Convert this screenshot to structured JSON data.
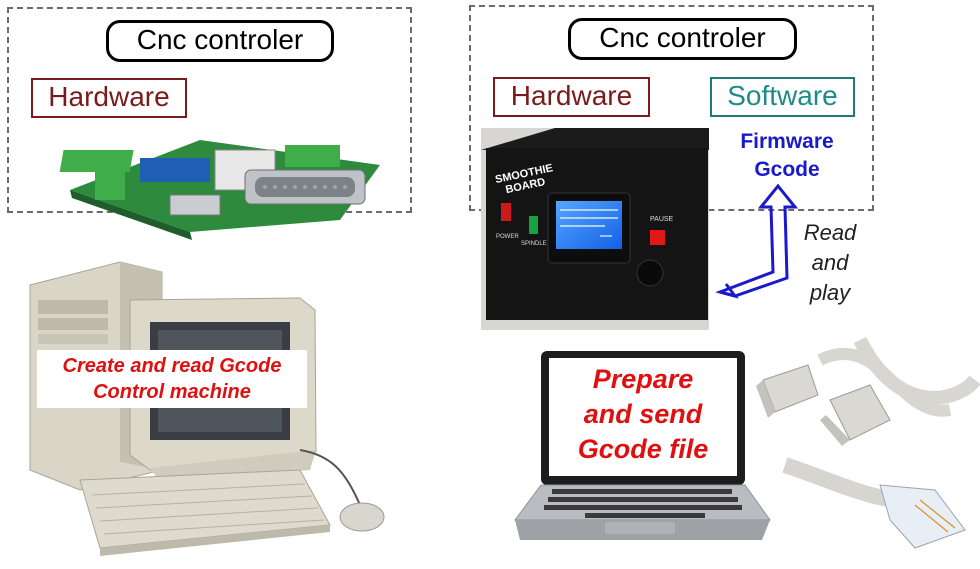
{
  "left_panel": {
    "title": "Cnc controler",
    "hardware_label": "Hardware",
    "pc_caption_line1": "Create and read Gcode",
    "pc_caption_line2": "Control machine"
  },
  "right_panel": {
    "title": "Cnc controler",
    "hardware_label": "Hardware",
    "software_label": "Software",
    "firmware_line1": "Firmware",
    "firmware_line2": "Gcode",
    "read_note_line1": "Read",
    "read_note_line2": "and",
    "read_note_line3": "play",
    "laptop_line1": "Prepare",
    "laptop_line2": "and send",
    "laptop_line3": "Gcode file"
  },
  "device_screen": {
    "brand_line1": "SMOOTHIE",
    "brand_line2": "BOARD",
    "power": "POWER",
    "spindle": "SPINDLE",
    "pause": "PAUSE"
  },
  "colors": {
    "red_text": "#e01010",
    "blue_text": "#1a1acc",
    "hardware": "#7a1a1a",
    "software": "#1f8a8a"
  }
}
